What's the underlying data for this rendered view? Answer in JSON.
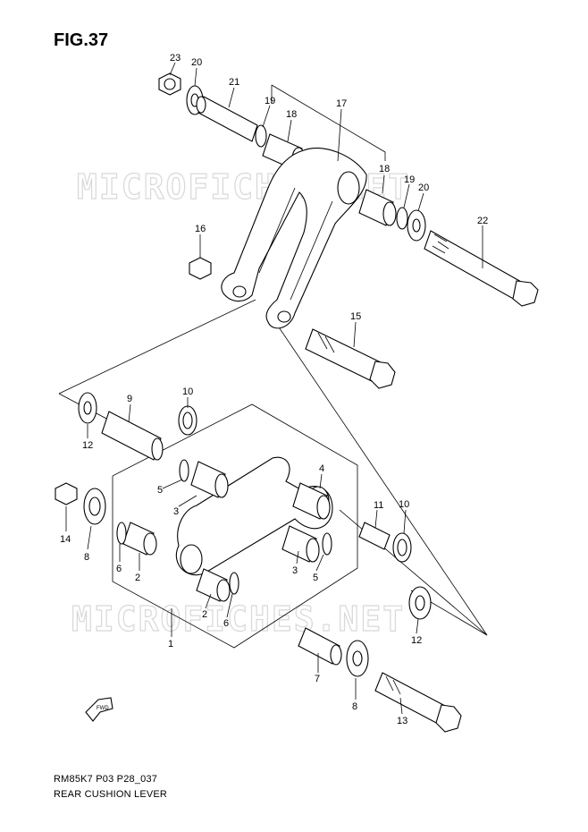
{
  "figure": {
    "title": "FIG.37"
  },
  "caption": {
    "code": "RM85K7 P03 P28_037",
    "name": "REAR CUSHION LEVER"
  },
  "watermark": {
    "text": "MICROFICHES.NET"
  },
  "fwd_arrow": {
    "text": "FWD"
  },
  "callouts": {
    "c1": "1",
    "c2a": "2",
    "c2b": "2",
    "c3a": "3",
    "c3b": "3",
    "c4": "4",
    "c5a": "5",
    "c5b": "5",
    "c6a": "6",
    "c6b": "6",
    "c7": "7",
    "c8a": "8",
    "c8b": "8",
    "c9": "9",
    "c10a": "10",
    "c10b": "10",
    "c11": "11",
    "c12a": "12",
    "c12b": "12",
    "c13": "13",
    "c14": "14",
    "c15": "15",
    "c16": "16",
    "c17": "17",
    "c18a": "18",
    "c18b": "18",
    "c19a": "19",
    "c19b": "19",
    "c20a": "20",
    "c20b": "20",
    "c21": "21",
    "c22": "22",
    "c23": "23"
  }
}
